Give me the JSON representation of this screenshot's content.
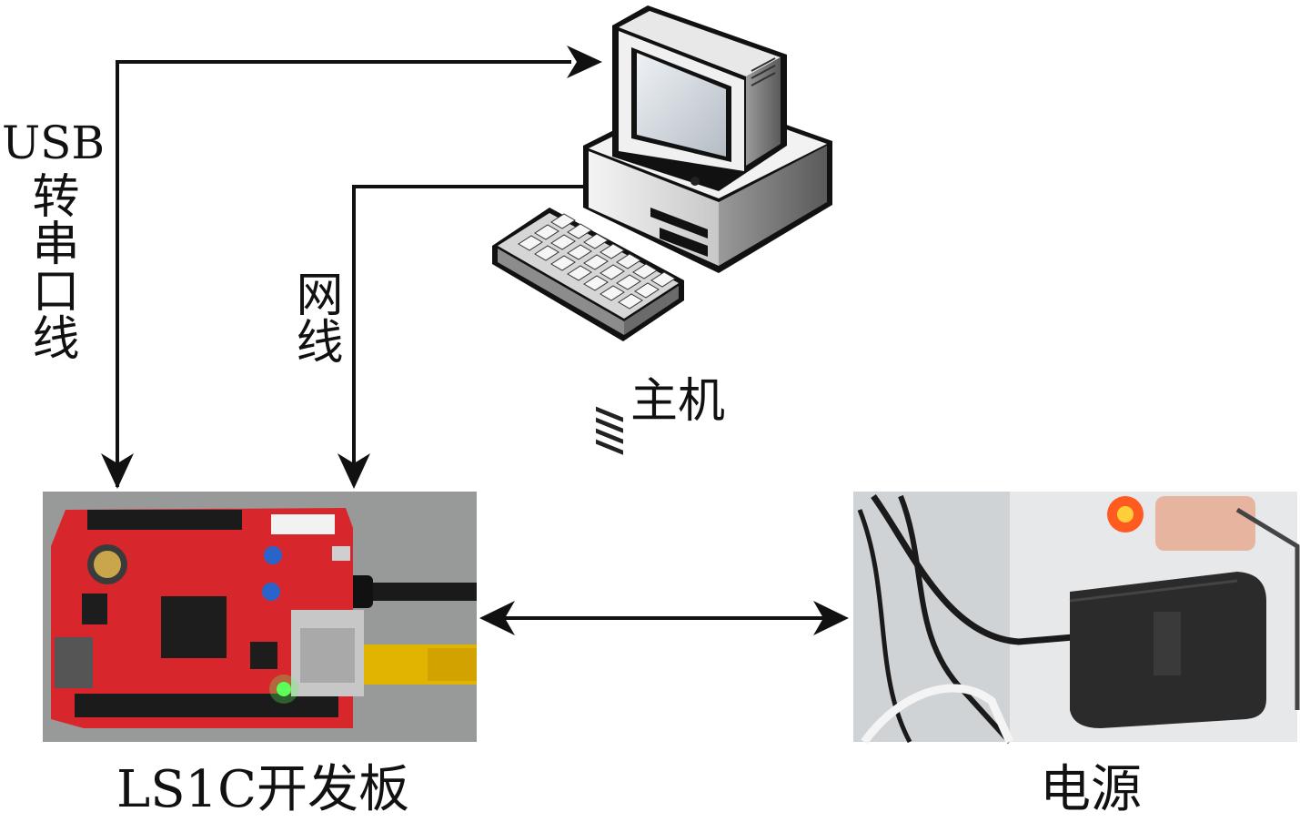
{
  "labels": {
    "usb_prefix": "USB",
    "usb_cable": "转串口线",
    "network_cable": "网线",
    "host": "主机",
    "board": "LS1C开发板",
    "power": "电源"
  },
  "colors": {
    "arrow": "#111111",
    "pcb": "#d8262d",
    "rj45": "#e4b000",
    "power_led": "#ff5a1f",
    "adapter": "#2b2b2b"
  },
  "icons": [
    "computer-icon",
    "keyboard-icon"
  ]
}
